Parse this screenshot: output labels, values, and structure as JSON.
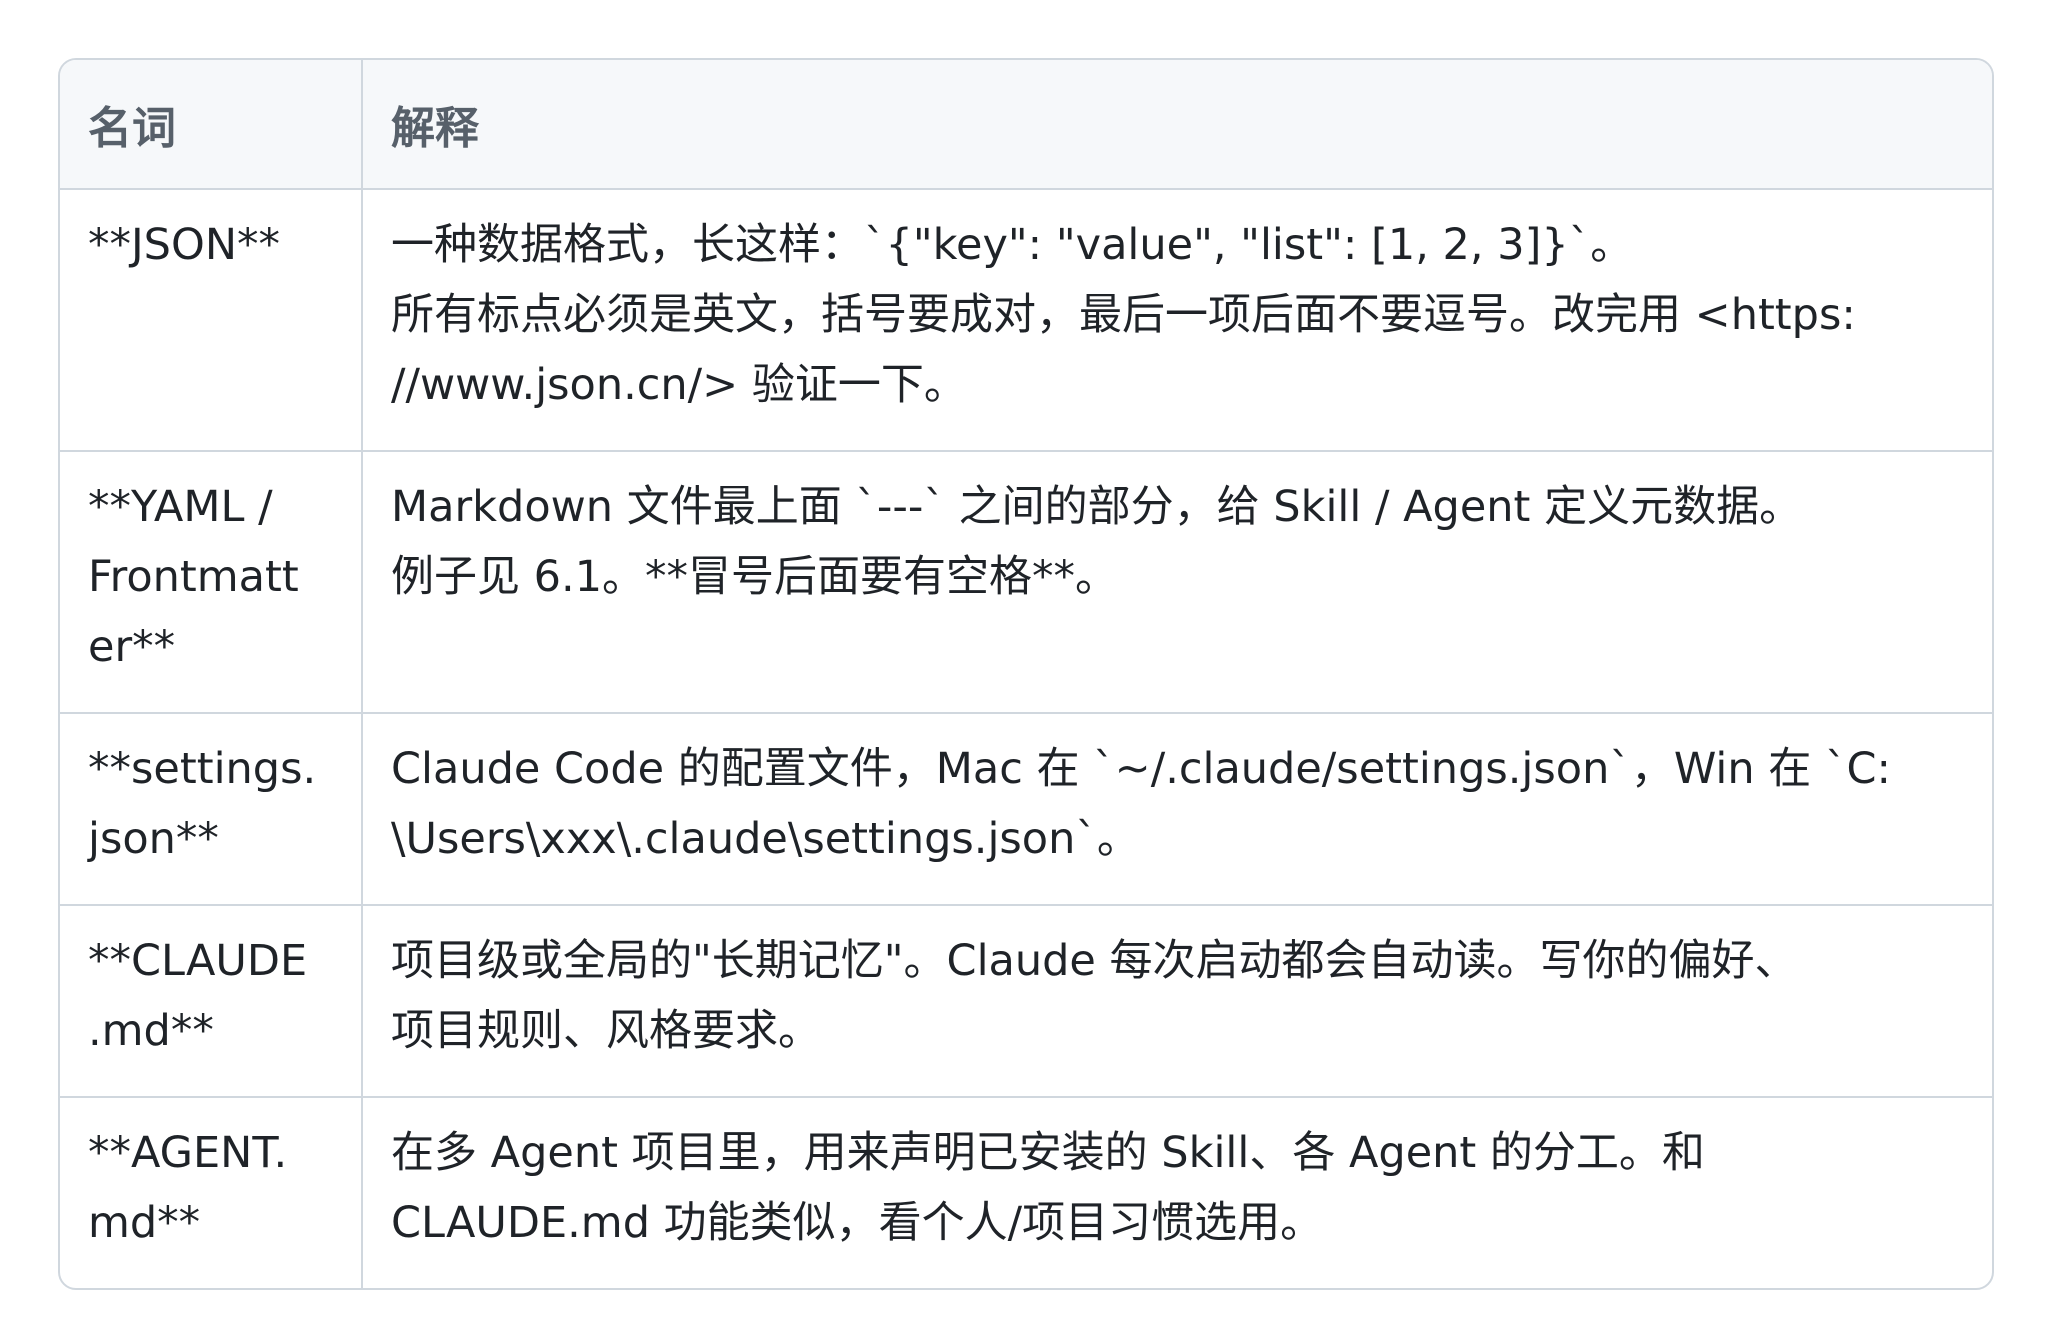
{
  "table": {
    "headers": {
      "term": "名词",
      "explanation": "解释"
    },
    "rows": [
      {
        "term_lines": [
          "**JSON**"
        ],
        "desc_lines": [
          "一种数据格式，长这样：`{\"key\": \"value\", \"list\": [1, 2, 3]}`。",
          "所有标点必须是英文，括号要成对，最后一项后面不要逗号。改完用 <https:",
          "//www.json.cn/> 验证一下。"
        ]
      },
      {
        "term_lines": [
          "**YAML /",
          "Frontmatt",
          "er**"
        ],
        "desc_lines": [
          "Markdown 文件最上面 `---` 之间的部分，给 Skill / Agent 定义元数据。",
          "例子见 6.1。**冒号后面要有空格**。"
        ]
      },
      {
        "term_lines": [
          "**settings.",
          "json**"
        ],
        "desc_lines": [
          "Claude Code 的配置文件，Mac 在 `~/.claude/settings.json`，Win 在 `C:",
          "\\Users\\xxx\\.claude\\settings.json`。"
        ]
      },
      {
        "term_lines": [
          "**CLAUDE",
          ".md**"
        ],
        "desc_lines": [
          "项目级或全局的\"长期记忆\"。Claude 每次启动都会自动读。写你的偏好、",
          "项目规则、风格要求。"
        ]
      },
      {
        "term_lines": [
          "**AGENT.",
          "md**"
        ],
        "desc_lines": [
          "在多 Agent 项目里，用来声明已安装的 Skill、各 Agent 的分工。和",
          "CLAUDE.md 功能类似，看个人/项目习惯选用。"
        ]
      }
    ]
  }
}
